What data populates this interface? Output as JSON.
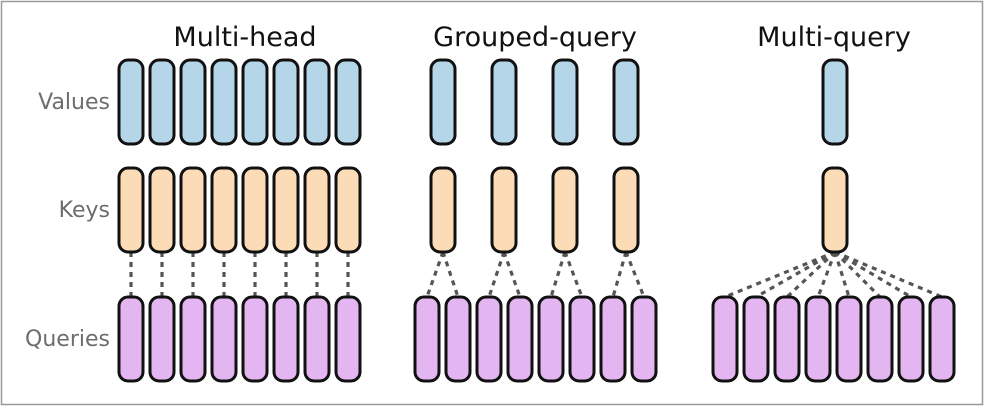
{
  "titles": {
    "multi_head": "Multi-head",
    "grouped_query": "Grouped-query",
    "multi_query": "Multi-query"
  },
  "row_labels": {
    "values": "Values",
    "keys": "Keys",
    "queries": "Queries"
  },
  "colors": {
    "values_fill": "#b5d5e9",
    "keys_fill": "#fcdcb6",
    "queries_fill": "#e3b5f1",
    "outline": "#111111",
    "dashed_link": "#555555",
    "frame": "#9a9a9a"
  },
  "panels": [
    {
      "id": "multi-head",
      "query_heads": 8,
      "kv_heads": 8
    },
    {
      "id": "grouped-query",
      "query_heads": 8,
      "kv_heads": 4
    },
    {
      "id": "multi-query",
      "query_heads": 8,
      "kv_heads": 1
    }
  ]
}
